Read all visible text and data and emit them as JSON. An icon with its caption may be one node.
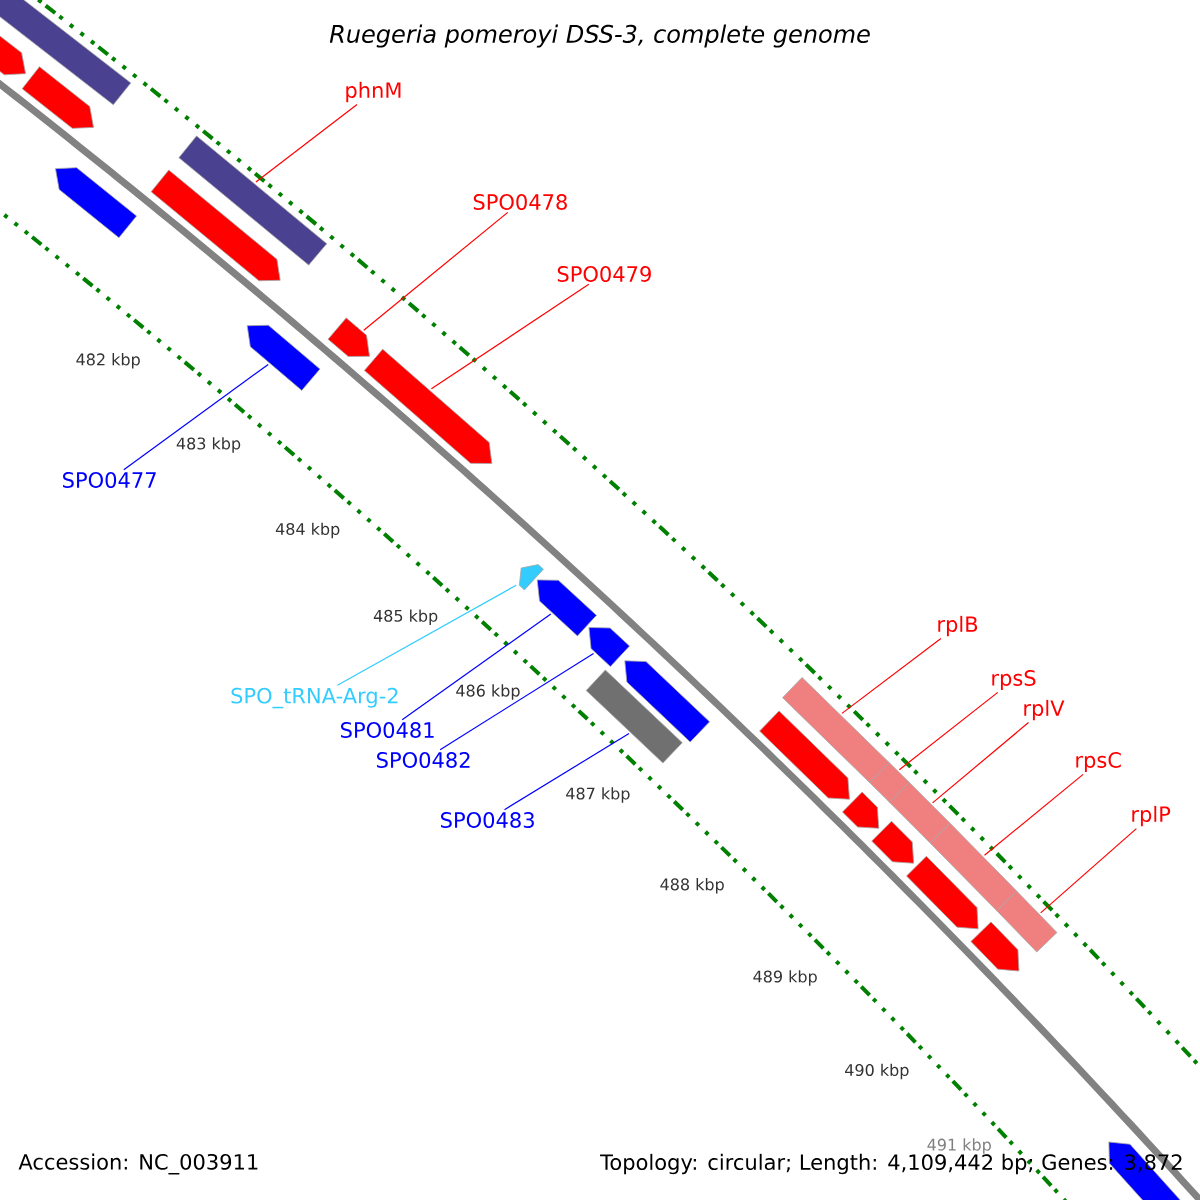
{
  "diagram": {
    "title": "Ruegeria pomeroyi DSS-3, complete genome",
    "nodes": [
      {
        "text": [
          "phnM"
        ]
      },
      {
        "text": [
          "SPO0478"
        ]
      },
      {
        "text": [
          "SPO0479"
        ]
      },
      {
        "text": [
          "SPO0477"
        ]
      },
      {
        "text": [
          "SPO_tRNA-Arg-2"
        ]
      },
      {
        "text": [
          "SPO0481"
        ]
      },
      {
        "text": [
          "SPO0482"
        ]
      },
      {
        "text": [
          "SPO0483"
        ]
      },
      {
        "text": [
          "rplB"
        ]
      },
      {
        "text": [
          "rpsS"
        ]
      },
      {
        "text": [
          "rplV"
        ]
      },
      {
        "text": [
          "rpsC"
        ]
      },
      {
        "text": [
          "rplP"
        ]
      },
      {
        "text": [],
        "shape": "bar"
      },
      {
        "text": [],
        "shape": "pentagon"
      },
      {
        "text": [],
        "shape": "pentagon"
      },
      {
        "text": [],
        "shape": "pentagon"
      },
      {
        "text": [],
        "shape": "bar"
      },
      {
        "text": [],
        "shape": "pentagon"
      },
      {
        "text": [],
        "shape": "pentagon"
      },
      {
        "text": [],
        "shape": "pentagon"
      },
      {
        "text": [],
        "shape": "pentagon"
      },
      {
        "text": [],
        "shape": "pentagon"
      },
      {
        "text": [],
        "shape": "pentagon"
      },
      {
        "text": [],
        "shape": "pentagon"
      },
      {
        "text": [],
        "shape": "bar"
      },
      {
        "text": [],
        "shape": "pentagon"
      },
      {
        "text": [],
        "shape": "bar"
      },
      {
        "text": [],
        "shape": "pentagon"
      },
      {
        "text": [],
        "shape": "bar"
      },
      {
        "text": [],
        "shape": "pentagon"
      },
      {
        "text": [],
        "shape": "bar"
      },
      {
        "text": [],
        "shape": "pentagon"
      },
      {
        "text": [],
        "shape": "bar"
      },
      {
        "text": [],
        "shape": "pentagon"
      },
      {
        "text": [],
        "shape": "bar"
      },
      {
        "text": [],
        "shape": "pentagon"
      },
      {
        "text": [],
        "shape": "pentagon"
      }
    ],
    "edges": [
      {
        "from": 0,
        "to": 17,
        "arrow": "none"
      },
      {
        "from": 1,
        "to": 20,
        "arrow": "none"
      },
      {
        "from": 2,
        "to": 21,
        "arrow": "none"
      },
      {
        "from": 3,
        "to": 19,
        "arrow": "none",
        "color": "#0000ff"
      },
      {
        "from": 4,
        "to": 22,
        "arrow": "none",
        "color": "#33ccff"
      },
      {
        "from": 5,
        "to": 23,
        "arrow": "none",
        "color": "#0000ff"
      },
      {
        "from": 6,
        "to": 24,
        "arrow": "none",
        "color": "#0000ff"
      },
      {
        "from": 7,
        "to": 25,
        "arrow": "none",
        "color": "#0000ff"
      },
      {
        "from": 8,
        "to": 27,
        "arrow": "none"
      },
      {
        "from": 9,
        "to": 29,
        "arrow": "none"
      },
      {
        "from": 10,
        "to": 31,
        "arrow": "none"
      },
      {
        "from": 11,
        "to": 33,
        "arrow": "none"
      },
      {
        "from": 12,
        "to": 35,
        "arrow": "none"
      }
    ],
    "labels": [
      "482 kbp",
      "483 kbp",
      "484 kbp",
      "485 kbp",
      "486 kbp",
      "487 kbp",
      "488 kbp",
      "489 kbp",
      "490 kbp",
      "491 kbp",
      "Accession: NC_003911",
      "Topology: circular; Length: 4,109,442 bp; Genes: 3,872"
    ]
  }
}
